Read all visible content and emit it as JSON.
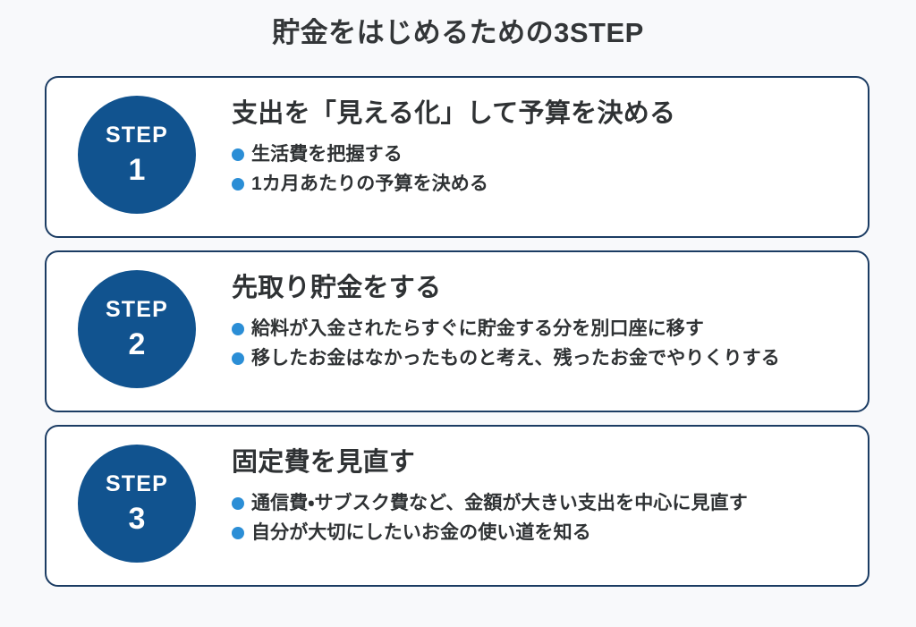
{
  "header": {
    "title": "貯金をはじめるための3STEP"
  },
  "theme": {
    "background": "#f8f9fb",
    "card_background": "#ffffff",
    "card_border": "#1b3c63",
    "badge_fill": "#11538f",
    "badge_text": "#ffffff",
    "bullet_dot": "#2b8ed6",
    "text": "#2f3234"
  },
  "steps": [
    {
      "badge_word": "STEP",
      "badge_number": "1",
      "heading": "支出を「見える化」して予算を決める",
      "points": [
        "生活費を把握する",
        "1カ月あたりの予算を決める"
      ]
    },
    {
      "badge_word": "STEP",
      "badge_number": "2",
      "heading": "先取り貯金をする",
      "points": [
        "給料が入金されたらすぐに貯金する分を別口座に移す",
        "移したお金はなかったものと考え、残ったお金でやりくりする"
      ]
    },
    {
      "badge_word": "STEP",
      "badge_number": "3",
      "heading": "固定費を見直す",
      "points": [
        "通信費・サブスク費など、金額が大きい支出を中心に見直す",
        "自分が大切にしたいお金の使い道を知る"
      ]
    }
  ]
}
